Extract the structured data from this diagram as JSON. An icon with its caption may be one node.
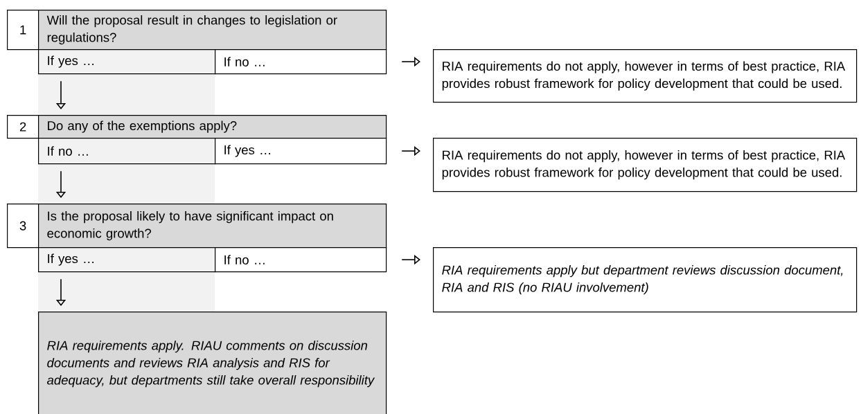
{
  "diagram": {
    "nodes": [
      {
        "text": [
          "1"
        ]
      },
      {
        "text": [
          "Will the proposal result in changes to legislation or regulations?"
        ]
      },
      {
        "text": [
          "If yes …"
        ]
      },
      {
        "text": [
          "If no …"
        ]
      },
      {
        "text": [
          "RIA requirements do not apply, however in terms of best practice, RIA provides robust framework for policy development that could be used."
        ]
      },
      {
        "text": [
          "2"
        ]
      },
      {
        "text": [
          "Do any of the exemptions apply?"
        ]
      },
      {
        "text": [
          "If no …"
        ]
      },
      {
        "text": [
          "If yes …"
        ]
      },
      {
        "text": [
          "RIA requirements do not apply, however in terms of best practice, RIA provides robust framework for policy development that could be used."
        ]
      },
      {
        "text": [
          "3"
        ]
      },
      {
        "text": [
          "Is the proposal likely to have significant impact on economic growth?"
        ]
      },
      {
        "text": [
          "If yes …"
        ]
      },
      {
        "text": [
          "If no …"
        ]
      },
      {
        "text": [
          "RIA requirements apply but department reviews discussion document, RIA and RIS (no RIAU involvement)"
        ]
      },
      {
        "text": [
          "RIA requirements apply. RIAU comments on discussion documents and reviews RIA analysis and RIS for adequacy, but departments still take overall responsibility"
        ]
      }
    ],
    "edges": [
      {
        "from": 3,
        "to": 4,
        "arrow": "to"
      },
      {
        "from": 2,
        "to": 6,
        "arrow": "to"
      },
      {
        "from": 8,
        "to": 9,
        "arrow": "to"
      },
      {
        "from": 7,
        "to": 11,
        "arrow": "to"
      },
      {
        "from": 13,
        "to": 14,
        "arrow": "to"
      },
      {
        "from": 12,
        "to": 15,
        "arrow": "to"
      }
    ]
  }
}
